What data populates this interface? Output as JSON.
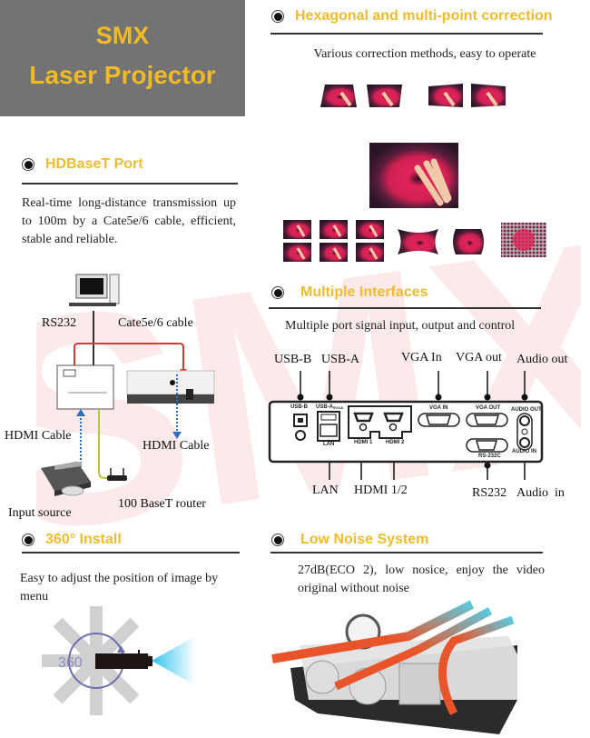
{
  "title": {
    "line1": "SMX",
    "line2": "Laser Projector"
  },
  "watermark_text": "SMX",
  "colors": {
    "title_bg": "#737373",
    "accent_yellow": "#f0bb2e",
    "watermark_pink": "#f9d9d9",
    "cable_red": "#d63a3a",
    "cable_blue": "#2c6fbf",
    "cable_green": "#b5c93a",
    "airflow_orange": "#e8552a",
    "airflow_cyan": "#5cc9e0"
  },
  "sections": {
    "hexagonal": {
      "heading": "Hexagonal and multi-point correction",
      "description": "Various correction methods, easy to operate",
      "images": [
        "keystone-left",
        "keystone-right",
        "keystone-top",
        "keystone-bottom",
        "original-image",
        "multi-point-grid-1",
        "multi-point-grid-2",
        "multi-point-grid-3",
        "multi-point-grid-4",
        "multi-point-grid-5",
        "multi-point-grid-6",
        "pincushion",
        "barrel",
        "dot-grid"
      ]
    },
    "hdbaset": {
      "heading": "HDBaseT Port",
      "description": "Real-time long-distance transmission up to 100m by a Cate5e/6 cable, efficient, stable and reliable.",
      "diagram": {
        "rs232_label": "RS232",
        "cat_cable_label": "Cate5e/6 cable",
        "hdmi_cable_in_label": "HDMI Cable",
        "hdmi_cable_out_label": "HDMI Cable",
        "input_source_label": "Input source",
        "router_label": "100 BaseT router"
      }
    },
    "interfaces": {
      "heading": "Multiple Interfaces",
      "description": "Multiple port signal input, output and control",
      "top_labels": [
        "USB-B",
        "USB-A",
        "VGA In",
        "VGA out",
        "Audio out"
      ],
      "bottom_labels": [
        "LAN",
        "HDMI 1/2",
        "RS232",
        "Audio  in"
      ],
      "panel_labels": {
        "usb_b": "USB-B",
        "usb_a": "USB-A",
        "usb_a_power": "5V/1A",
        "lan": "LAN",
        "hdmi1": "HDMI 1",
        "hdmi2": "HDMI 2",
        "vga_in": "VGA IN",
        "vga_out": "VGA OUT",
        "rs232c": "RS-232C",
        "audio_out": "AUDIO OUT",
        "audio_in": "AUDIO IN"
      }
    },
    "install360": {
      "heading": "360° Install",
      "description": "Easy to adjust the position of  image by menu",
      "rotation_label": "360"
    },
    "low_noise": {
      "heading": "Low Noise System",
      "description": "27dB(ECO 2), low nosice, enjoy the video original without noise"
    }
  }
}
